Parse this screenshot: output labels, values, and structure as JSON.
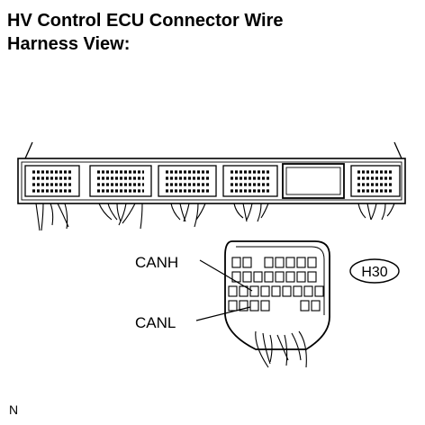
{
  "title": {
    "line1": "HV Control ECU Connector Wire",
    "line2": "Harness View:"
  },
  "labels": {
    "canh": "CANH",
    "canl": "CANL",
    "connector_code": "H30",
    "note": "N"
  }
}
